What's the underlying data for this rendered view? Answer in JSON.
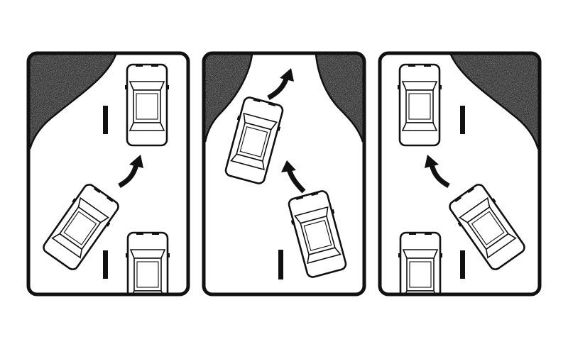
{
  "colors": {
    "background": "#ffffff",
    "outline": "#111111",
    "terrain": "#7a7a7a",
    "terrain_light": "#c9c9c9"
  },
  "panels": [
    {
      "id": "left",
      "caption": "",
      "terrain_corner": "top-left",
      "cars": [
        {
          "role": "parked",
          "icon": "car-top-view-icon"
        },
        {
          "role": "parked",
          "icon": "car-top-view-icon"
        },
        {
          "role": "moving",
          "icon": "car-top-view-icon"
        }
      ],
      "arrow": {
        "icon": "curved-arrow-icon",
        "direction": "up-right"
      }
    },
    {
      "id": "middle",
      "caption": "",
      "terrain_corner": "both-top",
      "cars": [
        {
          "role": "moving-start",
          "icon": "car-top-view-icon"
        },
        {
          "role": "moving-end",
          "icon": "car-top-view-icon"
        }
      ],
      "arrows": [
        {
          "icon": "curved-arrow-icon",
          "direction": "up-left"
        },
        {
          "icon": "curved-arrow-icon",
          "direction": "up-right"
        }
      ]
    },
    {
      "id": "right",
      "caption": "",
      "terrain_corner": "top-right",
      "cars": [
        {
          "role": "parked",
          "icon": "car-top-view-icon"
        },
        {
          "role": "parked",
          "icon": "car-top-view-icon"
        },
        {
          "role": "moving",
          "icon": "car-top-view-icon"
        }
      ],
      "arrow": {
        "icon": "curved-arrow-icon",
        "direction": "up-left"
      }
    }
  ]
}
